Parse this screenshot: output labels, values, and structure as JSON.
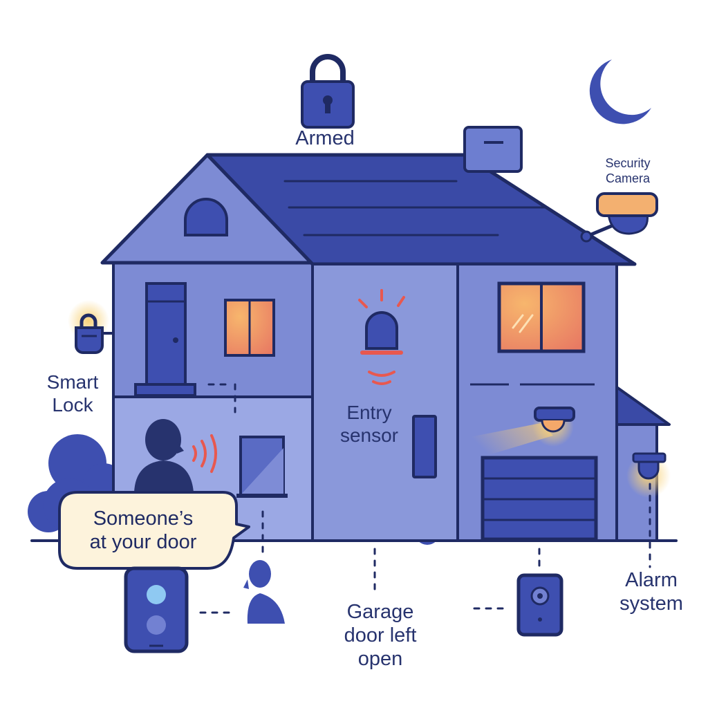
{
  "labels": {
    "armed": "Armed",
    "security_camera": [
      "Security",
      "Camera"
    ],
    "smart_lock": [
      "Smart",
      "Lock"
    ],
    "entry_sensor": [
      "Entry",
      "sensor"
    ],
    "notification": [
      "Someone’s",
      "at your door"
    ],
    "garage": [
      "Garage",
      "door left",
      "open"
    ],
    "alarm": [
      "Alarm",
      "system"
    ]
  },
  "colors": {
    "outline": "#1f2a63",
    "wall": "#7f8fd6",
    "roof": "#3a4aa6",
    "window_glow": "#f6a56a",
    "alert_red": "#e8584f",
    "light_glow": "#f8d27a",
    "bubble": "#fdf3dc",
    "moon": "#3e4fb0"
  },
  "icons": [
    "padlock-icon",
    "moon-icon",
    "security-camera-icon",
    "smart-lock-icon",
    "siren-icon",
    "person-icon",
    "doorbell-icon",
    "camera-device-icon",
    "alarm-light-icon"
  ]
}
